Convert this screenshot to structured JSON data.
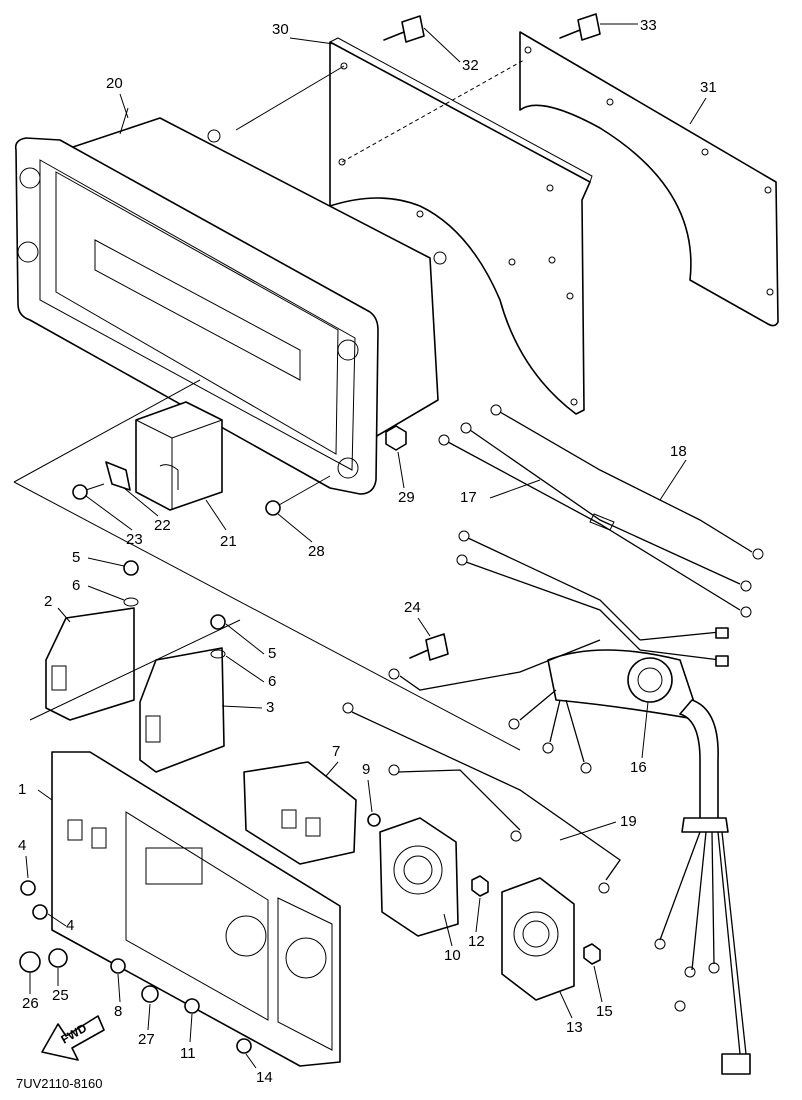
{
  "parts": [
    {
      "id": "p1",
      "label": "1"
    },
    {
      "id": "p2",
      "label": "2"
    },
    {
      "id": "p3",
      "label": "3"
    },
    {
      "id": "p4a",
      "label": "4"
    },
    {
      "id": "p4b",
      "label": "4"
    },
    {
      "id": "p5a",
      "label": "5"
    },
    {
      "id": "p5b",
      "label": "5"
    },
    {
      "id": "p6a",
      "label": "6"
    },
    {
      "id": "p6b",
      "label": "6"
    },
    {
      "id": "p7",
      "label": "7"
    },
    {
      "id": "p8",
      "label": "8"
    },
    {
      "id": "p9",
      "label": "9"
    },
    {
      "id": "p10",
      "label": "10"
    },
    {
      "id": "p11",
      "label": "11"
    },
    {
      "id": "p12",
      "label": "12"
    },
    {
      "id": "p13",
      "label": "13"
    },
    {
      "id": "p14",
      "label": "14"
    },
    {
      "id": "p15",
      "label": "15"
    },
    {
      "id": "p16",
      "label": "16"
    },
    {
      "id": "p17",
      "label": "17"
    },
    {
      "id": "p18",
      "label": "18"
    },
    {
      "id": "p19",
      "label": "19"
    },
    {
      "id": "p20",
      "label": "20"
    },
    {
      "id": "p21",
      "label": "21"
    },
    {
      "id": "p22",
      "label": "22"
    },
    {
      "id": "p23",
      "label": "23"
    },
    {
      "id": "p24",
      "label": "24"
    },
    {
      "id": "p25",
      "label": "25"
    },
    {
      "id": "p26",
      "label": "26"
    },
    {
      "id": "p27",
      "label": "27"
    },
    {
      "id": "p28",
      "label": "28"
    },
    {
      "id": "p29",
      "label": "29"
    },
    {
      "id": "p30",
      "label": "30"
    },
    {
      "id": "p31",
      "label": "31"
    },
    {
      "id": "p32",
      "label": "32"
    },
    {
      "id": "p33",
      "label": "33"
    }
  ],
  "direction_arrow": "FWD",
  "diagram_code": "7UV2110-8160"
}
